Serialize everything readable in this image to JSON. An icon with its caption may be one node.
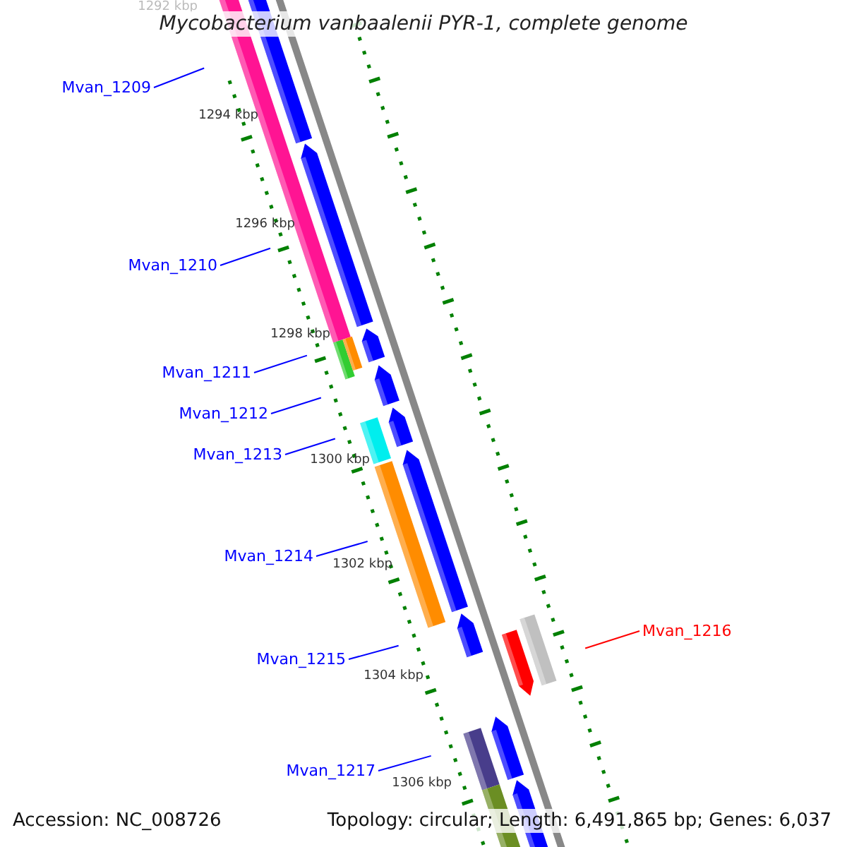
{
  "diagram": {
    "title": "Mycobacterium vanbaalenii PYR-1, complete genome",
    "nodes": [
      {
        "text": [
          "Mvan_1209"
        ]
      },
      {
        "text": [
          "Mvan_1210"
        ]
      },
      {
        "text": [
          "Mvan_1211"
        ]
      },
      {
        "text": [
          "Mvan_1212"
        ]
      },
      {
        "text": [
          "Mvan_1213"
        ]
      },
      {
        "text": [
          "Mvan_1214"
        ]
      },
      {
        "text": [
          "Mvan_1216"
        ]
      },
      {
        "text": [
          "Mvan_1215"
        ]
      },
      {
        "text": [
          "Mvan_1217"
        ]
      }
    ],
    "edges": [
      {
        "from": 0,
        "to": null,
        "arrow": "none"
      },
      {
        "from": 1,
        "to": null,
        "arrow": "none"
      },
      {
        "from": 2,
        "to": null,
        "arrow": "none"
      },
      {
        "from": 3,
        "to": null,
        "arrow": "none"
      },
      {
        "from": 4,
        "to": null,
        "arrow": "none"
      },
      {
        "from": 5,
        "to": null,
        "arrow": "none"
      },
      {
        "from": 6,
        "to": null,
        "arrow": "none",
        "color": "#ff0000"
      },
      {
        "from": 7,
        "to": null,
        "arrow": "none"
      },
      {
        "from": 8,
        "to": null,
        "arrow": "none"
      }
    ],
    "labels": [
      "1292 kbp",
      "1294 kbp",
      "1296 kbp",
      "1298 kbp",
      "1300 kbp",
      "1302 kbp",
      "1304 kbp",
      "1306 kbp",
      "Accession: NC_008726",
      "Topology: circular; Length: 6,491,865 bp; Genes: 6,037"
    ]
  }
}
